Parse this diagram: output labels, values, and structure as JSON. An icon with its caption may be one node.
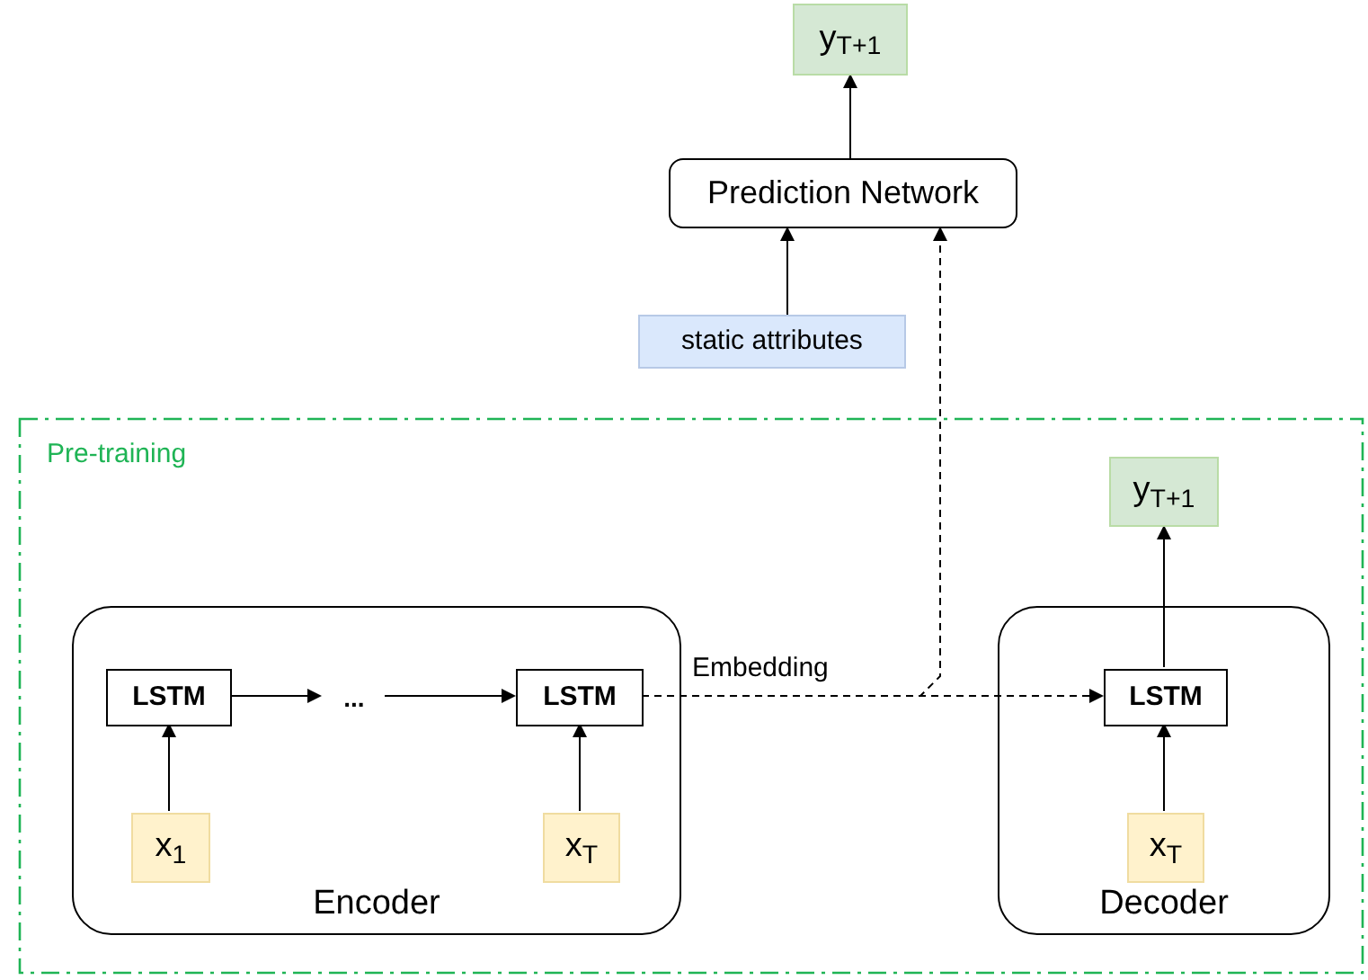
{
  "diagram": {
    "nodes": [
      {
        "text": [
          "y$_{T+1}$"
        ]
      },
      {
        "text": [
          "Prediction Network"
        ]
      },
      {
        "text": [
          "static attributes"
        ]
      },
      {
        "text": [
          "Pre-training"
        ]
      },
      {
        "text": [
          "Encoder"
        ],
        "in": 3
      },
      {
        "text": [
          "LSTM"
        ],
        "in": 4
      },
      {
        "text": [
          "..."
        ],
        "in": 4
      },
      {
        "text": [
          "LSTM"
        ],
        "in": 4
      },
      {
        "text": [
          "x$_{1}$"
        ],
        "in": 4
      },
      {
        "text": [
          "x$_{T}$"
        ],
        "in": 4
      },
      {
        "text": [
          "y$_{T+1}$"
        ],
        "in": 3
      },
      {
        "text": [
          "Decoder"
        ],
        "in": 3
      },
      {
        "text": [
          "LSTM"
        ],
        "in": 11
      },
      {
        "text": [
          "x$_{T}$"
        ],
        "in": 11
      }
    ],
    "edges": [
      {
        "from": 1,
        "to": 0,
        "arrow": "to"
      },
      {
        "from": 2,
        "to": 1,
        "arrow": "to"
      },
      {
        "from": 5,
        "to": 6,
        "arrow": "to"
      },
      {
        "from": 6,
        "to": 7,
        "arrow": "to"
      },
      {
        "from": 8,
        "to": 5,
        "arrow": "to"
      },
      {
        "from": 9,
        "to": 7,
        "arrow": "to"
      },
      {
        "from": 7,
        "to": 12,
        "arrow": "to",
        "label": "Embedding",
        "style": "dashed"
      },
      {
        "from": 7,
        "to": 1,
        "arrow": "to",
        "style": "dashed"
      },
      {
        "from": 13,
        "to": 12,
        "arrow": "to"
      },
      {
        "from": 12,
        "to": 10,
        "arrow": "to"
      }
    ]
  }
}
